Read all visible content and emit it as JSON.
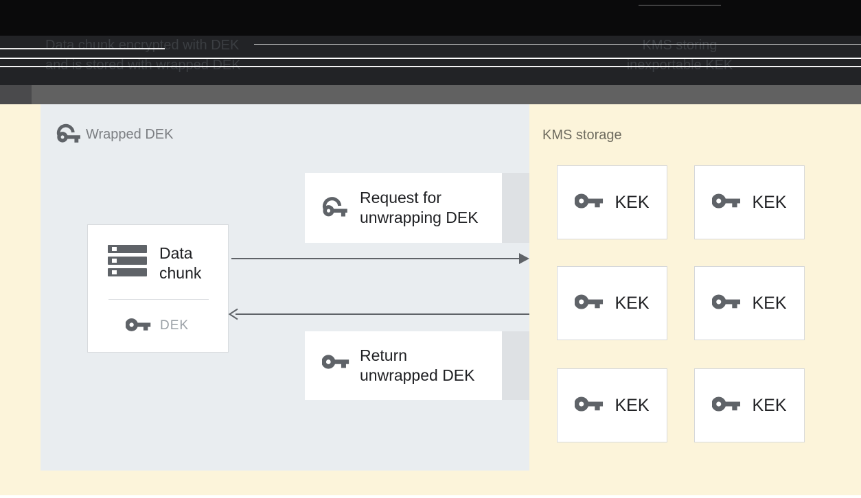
{
  "header": {
    "left_caption": {
      "line1": "Data chunk encrypted with DEK",
      "line2": "and is stored with wrapped DEK"
    },
    "right_caption": {
      "line1": "KMS storing",
      "line2": "inexportable KEK"
    }
  },
  "diagram": {
    "wrapped_dek_panel": {
      "label": "Wrapped DEK"
    },
    "data_chunk_box": {
      "title_line1": "Data",
      "title_line2": "chunk",
      "key_label": "DEK"
    },
    "request_box": {
      "line1": "Request for",
      "line2": "unwrapping DEK"
    },
    "return_box": {
      "line1": "Return",
      "line2": "unwrapped DEK"
    },
    "kms_storage": {
      "label": "KMS storage",
      "keys": [
        "KEK",
        "KEK",
        "KEK",
        "KEK",
        "KEK",
        "KEK"
      ]
    }
  },
  "colors": {
    "page_background_yellow": "#fcf4da",
    "panel_background": "#e9edf0",
    "box_shadow_strip": "#dee1e4",
    "icon_and_arrow_gray": "#5f6368",
    "header_black": "#0a0a0b",
    "header_black_lower": "#222326",
    "band_gray": "#616161",
    "dark_text": "#202124",
    "muted_text": "#9aa0a6",
    "header_caption_text": "#3b3e42"
  }
}
